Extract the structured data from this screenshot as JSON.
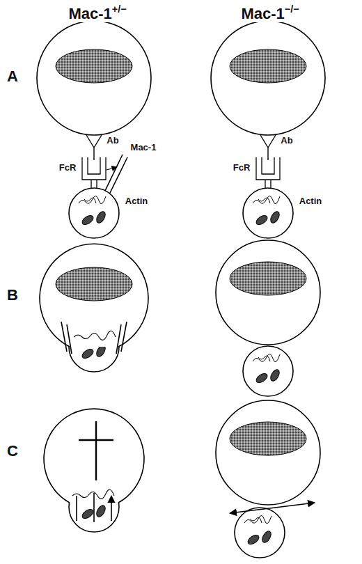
{
  "diagram": {
    "labels": [
      "Mac-1+/−",
      "Mac-1−/−",
      "A",
      "B",
      "C",
      "Ab",
      "FcR",
      "Mac-1",
      "Actin",
      "Ab",
      "FcR",
      "Actin"
    ]
  }
}
